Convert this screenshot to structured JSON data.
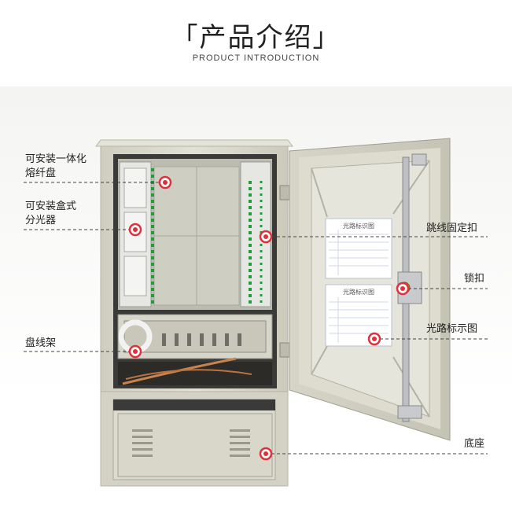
{
  "header": {
    "title": "「产品介绍」",
    "subtitle": "PRODUCT INTRODUCTION"
  },
  "labels": {
    "integrated_tray_l1": "可安装一体化",
    "integrated_tray_l2": "熔纤盘",
    "splitter_l1": "可安装盒式",
    "splitter_l2": "分光器",
    "cable_rack": "盘线架",
    "jumper_clip": "跳线固定扣",
    "lock": "锁扣",
    "route_chart": "光路标示图",
    "base": "底座"
  },
  "door_sheet": {
    "top_title": "光路标识图",
    "bottom_title": "光路标识图"
  },
  "colors": {
    "marker": "#e0303b",
    "cabinet": "#d9d8cc",
    "dashed_line": "#444444"
  }
}
